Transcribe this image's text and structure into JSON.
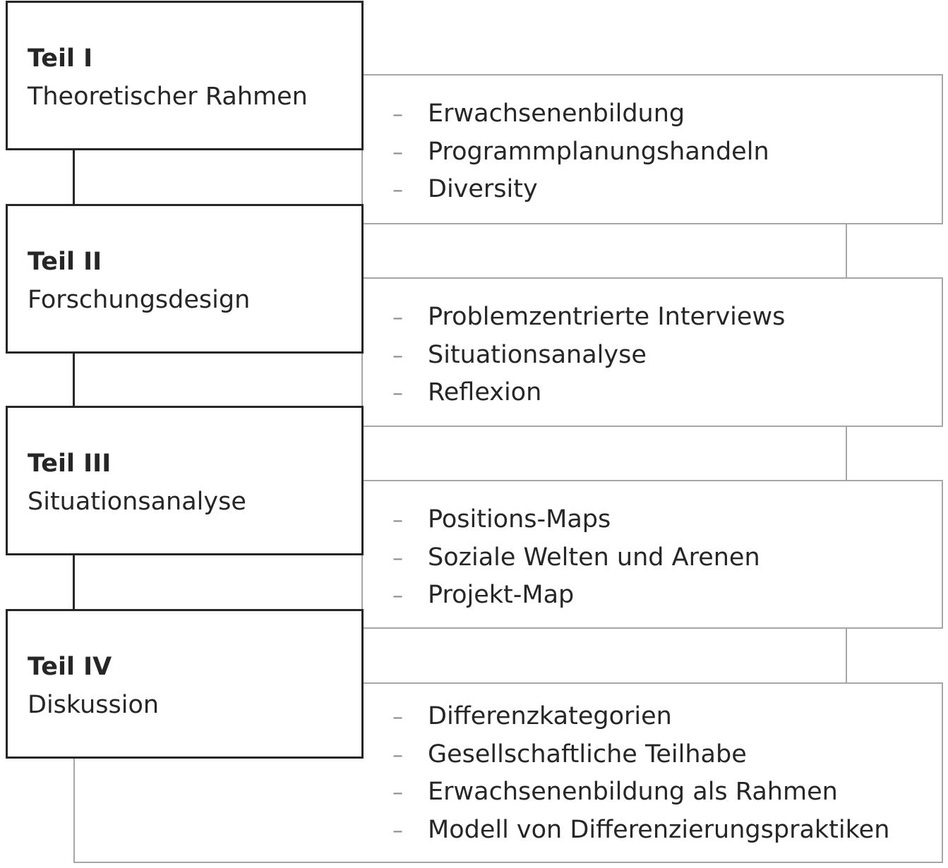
{
  "parts": [
    {
      "label": "Teil I",
      "title": "Theoretischer Rahmen",
      "items": [
        "Erwachsenenbildung",
        "Programmplanungshandeln",
        "Diversity"
      ]
    },
    {
      "label": "Teil II",
      "title": "Forschungsdesign",
      "items": [
        "Problemzentrierte Interviews",
        "Situationsanalyse",
        "Reflexion"
      ]
    },
    {
      "label": "Teil III",
      "title": "Situationsanalyse",
      "items": [
        "Positions-Maps",
        "Soziale Welten und Arenen",
        "Projekt-Map"
      ]
    },
    {
      "label": "Teil IV",
      "title": "Diskussion",
      "items": [
        "Differenzkategorien",
        "Gesellschaftliche Teilhabe",
        "Erwachsenenbildung als Rahmen",
        "Modell von Differenzierungspraktiken"
      ]
    }
  ],
  "bullet_symbol": "–",
  "colors": {
    "part_border": "#262626",
    "detail_border": "#a6a6a6",
    "text": "#262626",
    "bullet": "#8c8c8c"
  }
}
